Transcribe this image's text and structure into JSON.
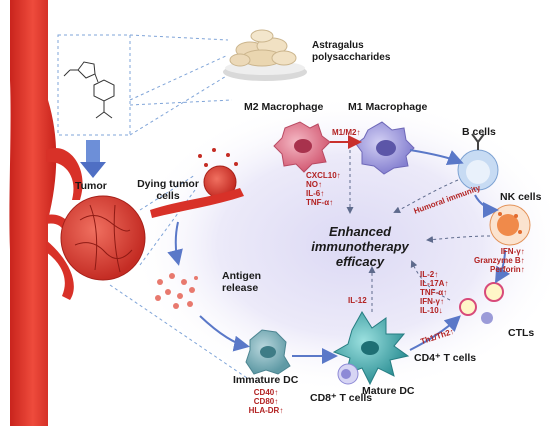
{
  "labels": {
    "astragalus": "Astragalus polysaccharides",
    "m2": "M2 Macrophage",
    "m1": "M1 Macrophage",
    "bcells": "B cells",
    "nkcells": "NK cells",
    "tumor": "Tumor",
    "dying": "Dying tumor cells",
    "antigen": "Antigen release",
    "immature_dc": "Immature DC",
    "mature_dc": "Mature DC",
    "cd8": "CD8⁺ T cells",
    "cd4": "CD4⁺ T cells",
    "ctls": "CTLs",
    "center": "Enhanced immunotherapy efficacy"
  },
  "markers": {
    "m1m2": "M1/M2↑",
    "humoral": "Humoral immunity",
    "il12": "IL-12",
    "th1th2": "Th1/Th2↑",
    "m1_cytokines": [
      "CXCL10↑",
      "NO↑",
      "IL-6↑",
      "TNF-α↑"
    ],
    "nk_factors": [
      "IFN-γ↑",
      "Granzyme B↑",
      "Perforin↑"
    ],
    "t_cytokines": [
      "IL-2↑",
      "IL-17A↑",
      "TNF-α↑",
      "IFN-γ↑",
      "IL-10↓"
    ],
    "dc_markers": [
      "CD40↑",
      "CD80↑",
      "HLA-DR↑"
    ]
  },
  "colors": {
    "vessel": "#e1332a",
    "marker_red": "#b22222",
    "arrow_blue": "#5a78c8",
    "m2_pink": "#d9607a",
    "m1_purple": "#8f8ad8",
    "b_cell_blue": "#8fb2e0",
    "nk_orange": "#f0a05a",
    "dc_teal": "#3aa3a7"
  }
}
